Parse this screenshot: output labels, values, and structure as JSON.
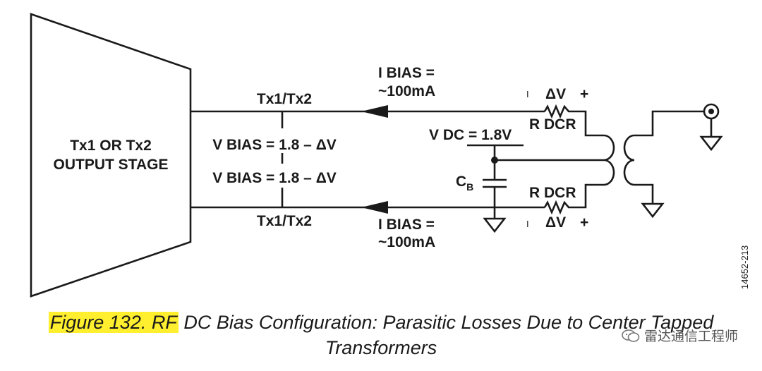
{
  "labels": {
    "stage_line1": "Tx1 OR Tx2",
    "stage_line2": "OUTPUT STAGE",
    "tx_top": "Tx1/Tx2",
    "tx_bottom": "Tx1/Tx2",
    "vbias_top": "V BIAS = 1.8 – ΔV",
    "vbias_bottom": "V BIAS = 1.8 – ΔV",
    "ibias_top_1": "I BIAS =",
    "ibias_top_2": "~100mA",
    "ibias_bottom_1": "I BIAS =",
    "ibias_bottom_2": "~100mA",
    "vdc": "V DC = 1.8V",
    "cb_main": "C",
    "cb_sub": "B",
    "rdcr_top": "R DCR",
    "rdcr_bottom": "R DCR",
    "dv_top": "ΔV",
    "dv_bottom": "ΔV",
    "minus": "I",
    "plus": "+",
    "figure_id": "14652-213"
  },
  "caption": {
    "highlight": "Figure 132. RF",
    "line1_rest": " DC Bias Configuration: Parasitic Losses Due to Center Tapped",
    "line2": "Transformers"
  },
  "watermark": {
    "text": "雷达通信工程师",
    "icon": "wechat-icon"
  },
  "colors": {
    "line": "#1a1a1a",
    "highlight": "#ffef2e"
  }
}
